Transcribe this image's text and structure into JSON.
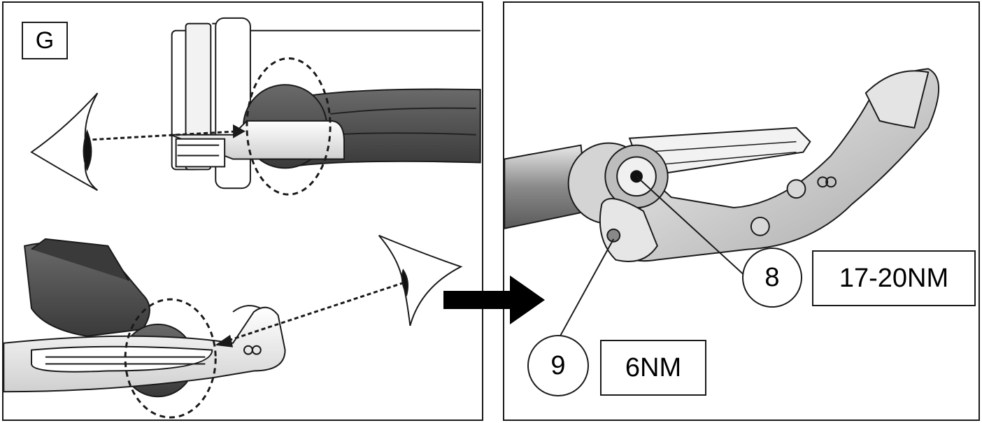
{
  "step": {
    "label": "G"
  },
  "callouts": [
    {
      "number": "8",
      "torque": "17-20NM"
    },
    {
      "number": "9",
      "torque": "6NM"
    }
  ],
  "icons": {
    "eye": "eye-icon",
    "arrow": "right-arrow-icon",
    "logo": "brand-logo-icon"
  },
  "colors": {
    "line": "#1a1a1a",
    "part_dark": "#4a4a4a",
    "part_light": "#d8d8d8"
  }
}
